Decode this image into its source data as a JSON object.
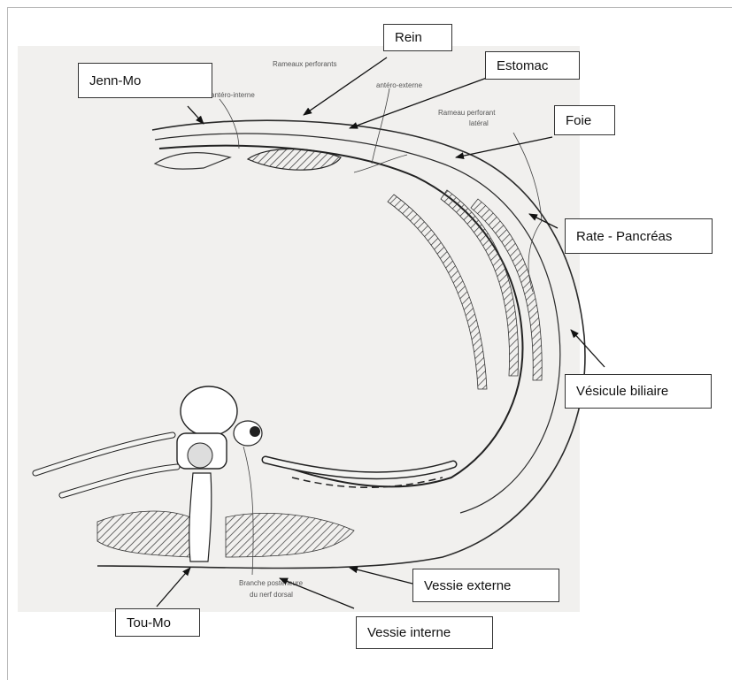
{
  "callouts": {
    "jenn_mo": "Jenn-Mo",
    "rein": "Rein",
    "estomac": "Estomac",
    "foie": "Foie",
    "rate_pancreas": "Rate - Pancréas",
    "vesicule_biliaire": "Vésicule biliaire",
    "vessie_externe": "Vessie externe",
    "vessie_interne": "Vessie interne",
    "tou_mo": "Tou-Mo"
  },
  "figure_text": {
    "rameaux_perforants": "Rameaux perforants",
    "antero_interne": "antéro-interne",
    "antero_externe": "antéro-externe",
    "rameau_perforant_1": "Rameau perforant",
    "rameau_perforant_2": "latéral",
    "branche_1": "Branche postérieure",
    "branche_2": "du nerf dorsal"
  },
  "colors": {
    "ink": "#2a2a2a",
    "plate": "#f1f0ee",
    "border": "#333333"
  }
}
